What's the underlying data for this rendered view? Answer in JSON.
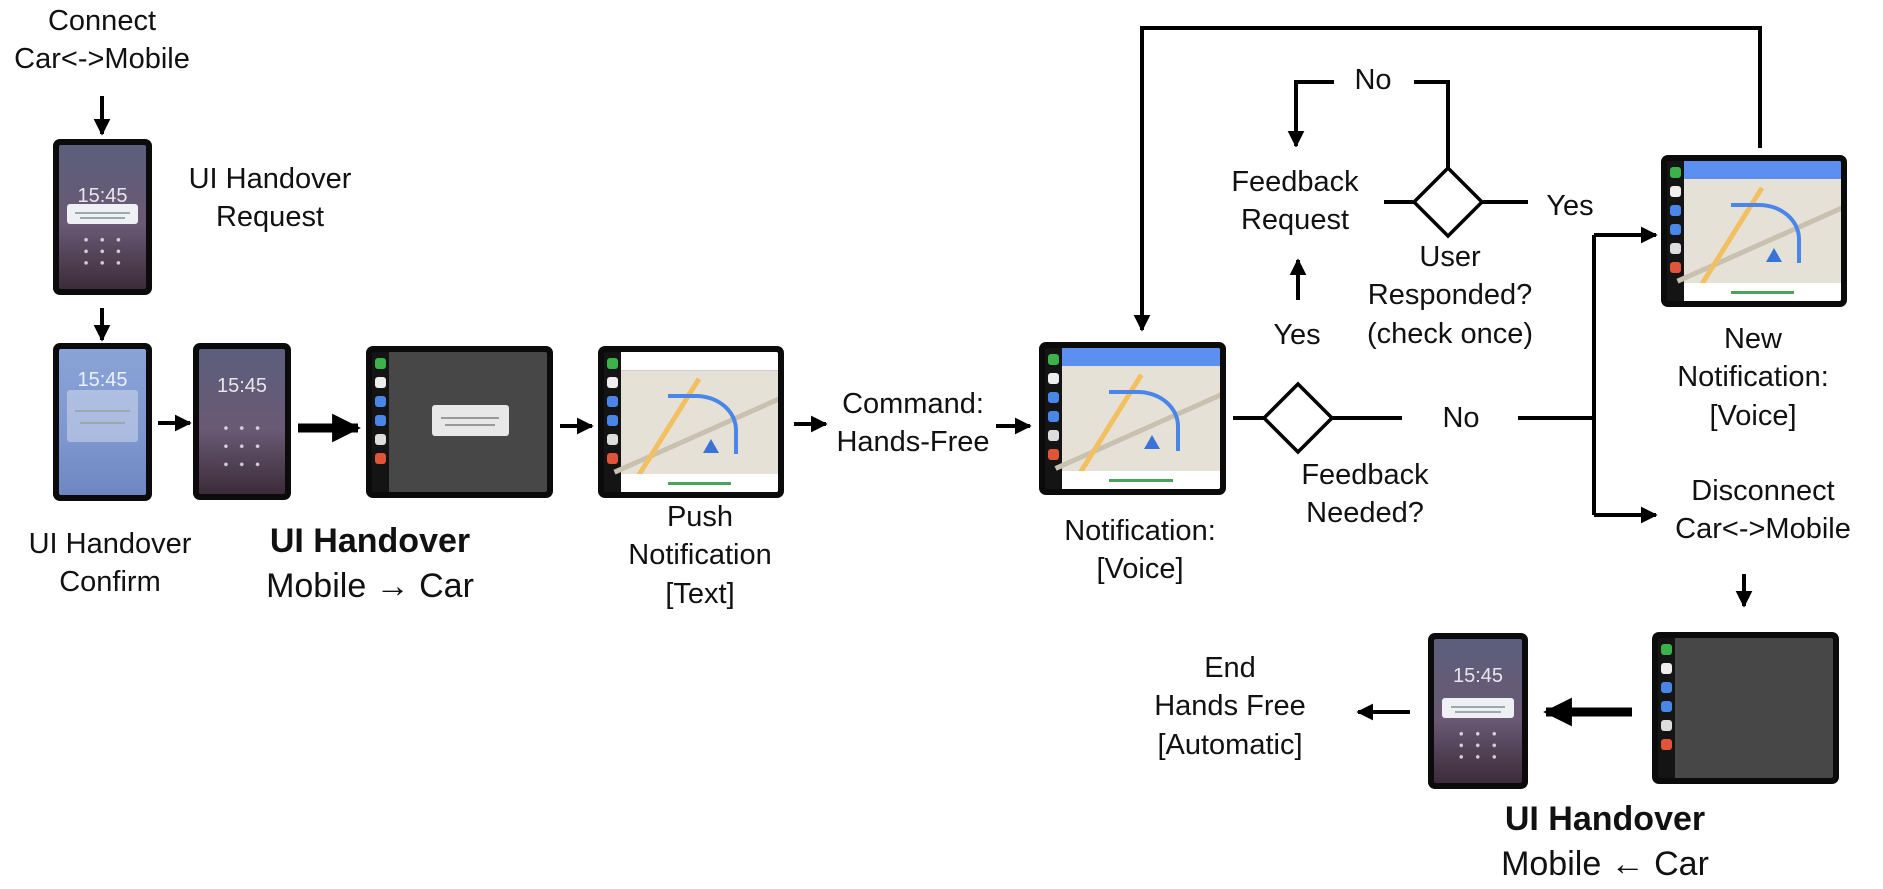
{
  "labels": {
    "connect": [
      "Connect",
      "Car<->Mobile"
    ],
    "handover_request": [
      "UI Handover",
      "Request"
    ],
    "handover_confirm": [
      "UI Handover",
      "Confirm"
    ],
    "handover_mc_title": "UI Handover",
    "handover_mc_sub": "Mobile → Car",
    "push": [
      "Push",
      "Notification",
      "[Text]"
    ],
    "command": [
      "Command:",
      "Hands-Free"
    ],
    "notification_voice": [
      "Notification:",
      "[Voice]"
    ],
    "feedback_needed": [
      "Feedback",
      "Needed?"
    ],
    "yes_up": "Yes",
    "feedback_request": [
      "Feedback",
      "Request"
    ],
    "no_top": "No",
    "user_responded": [
      "User",
      "Responded?",
      "(check once)"
    ],
    "yes_right": "Yes",
    "no_mid": "No",
    "new_notification": [
      "New",
      "Notification:",
      "[Voice]"
    ],
    "disconnect": [
      "Disconnect",
      "Car<->Mobile"
    ],
    "end_hands_free": [
      "End",
      "Hands Free",
      "[Automatic]"
    ],
    "handover_cm_title": "UI Handover",
    "handover_cm_sub": "Mobile ← Car"
  },
  "screens": {
    "phone_clock": "15:45"
  },
  "colors": {
    "line": "#000000",
    "route": "#4a86e8"
  }
}
